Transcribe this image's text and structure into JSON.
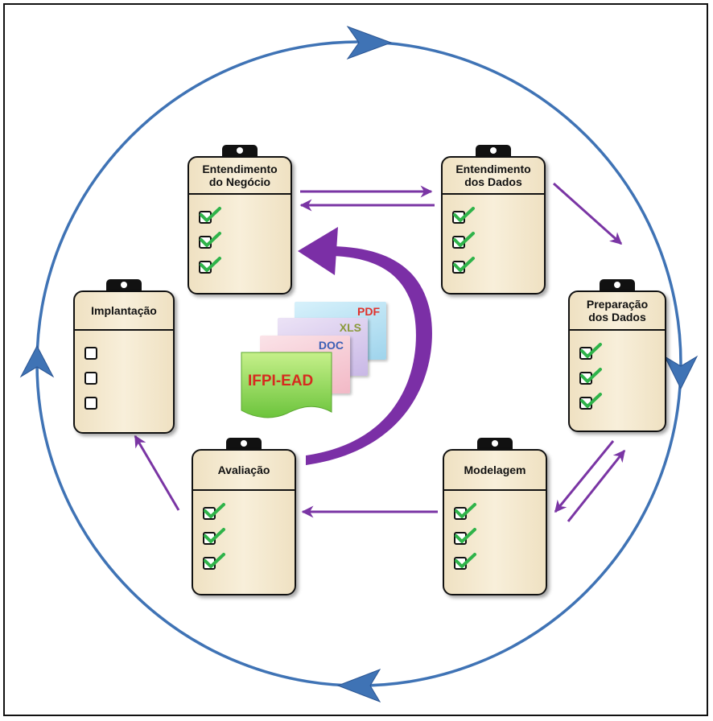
{
  "steps": {
    "entendimento_negocio": {
      "title_line1": "Entendimento",
      "title_line2": "do Negócio"
    },
    "entendimento_dados": {
      "title_line1": "Entendimento",
      "title_line2": "dos Dados"
    },
    "preparacao_dados": {
      "title_line1": "Preparação",
      "title_line2": "dos Dados"
    },
    "modelagem": {
      "title": "Modelagem"
    },
    "avaliacao": {
      "title": "Avaliação"
    },
    "implantacao": {
      "title": "Implantação"
    }
  },
  "documents": {
    "pdf": "PDF",
    "xls": "XLS",
    "doc": "DOC",
    "source": "IFPI-EAD"
  },
  "colors": {
    "cycle_blue": "#3f73b5",
    "flow_purple": "#7a35a4",
    "check_green": "#2fb34a",
    "card_fill": "#f3e7cc",
    "pdf_text": "#e0312b",
    "xls_text": "#8a9a3b",
    "doc_text": "#3b5fb5",
    "ifpi_text": "#d62b1e"
  }
}
